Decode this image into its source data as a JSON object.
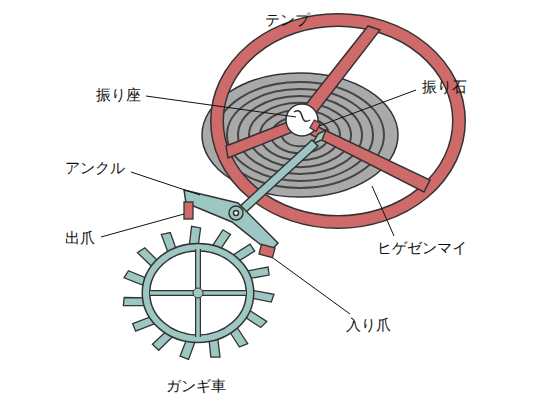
{
  "diagram": {
    "labels": [
      "テンプ",
      "振り座",
      "振り石",
      "アンクル",
      "出爪",
      "ヒゲゼンマイ",
      "入り爪",
      "ガンギ車"
    ]
  }
}
